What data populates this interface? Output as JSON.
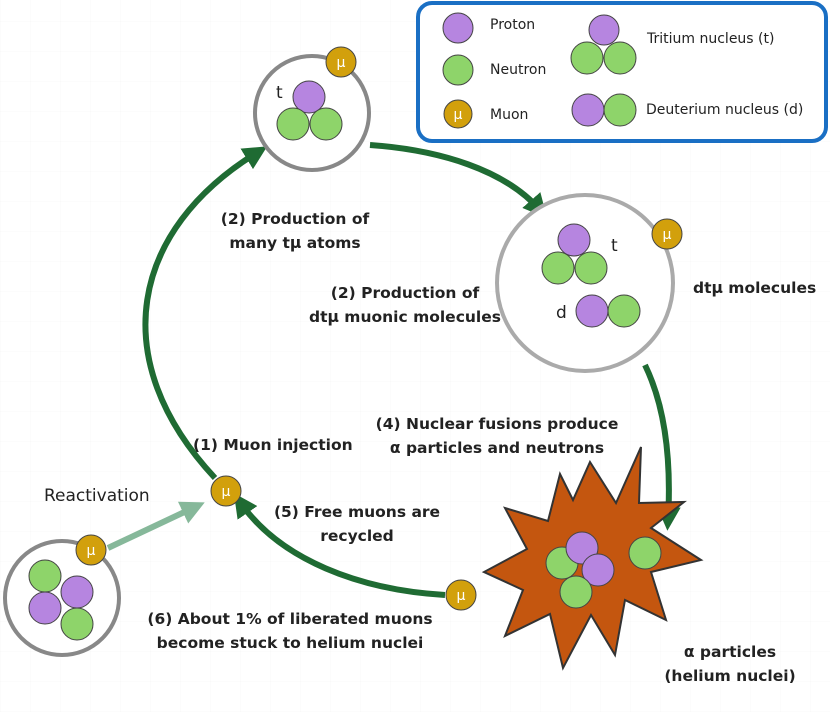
{
  "legend": {
    "proton": "Proton",
    "neutron": "Neutron",
    "muon": "Muon",
    "tritium": "Tritium nucleus (t)",
    "deuterium": "Deuterium nucleus (d)"
  },
  "symbols": {
    "mu": "μ",
    "t": "t",
    "d": "d"
  },
  "labels": {
    "step2a_line1": "(2) Production of",
    "step2a_line2": "many tμ atoms",
    "step2b_line1": "(2) Production of",
    "step2b_line2": "dtμ muonic molecules",
    "dtmu": "dtμ molecules",
    "step4_line1": "(4) Nuclear fusions produce",
    "step4_line2": "α particles and neutrons",
    "step1": "(1) Muon injection",
    "step5_line1": "(5) Free muons are",
    "step5_line2": "recycled",
    "reactivation": "Reactivation",
    "step6_line1": "(6) About 1% of liberated muons",
    "step6_line2": "become stuck to helium nuclei",
    "alpha_line1": "α particles",
    "alpha_line2": "(helium nuclei)"
  },
  "colors": {
    "proton": "#b685e0",
    "neutron": "#8ed46a",
    "muon": "#d2a00c",
    "arrow": "#1f6b33",
    "arrow_light": "#86b89a",
    "star": "#c4560f",
    "legend_border": "#1a6fc4"
  }
}
